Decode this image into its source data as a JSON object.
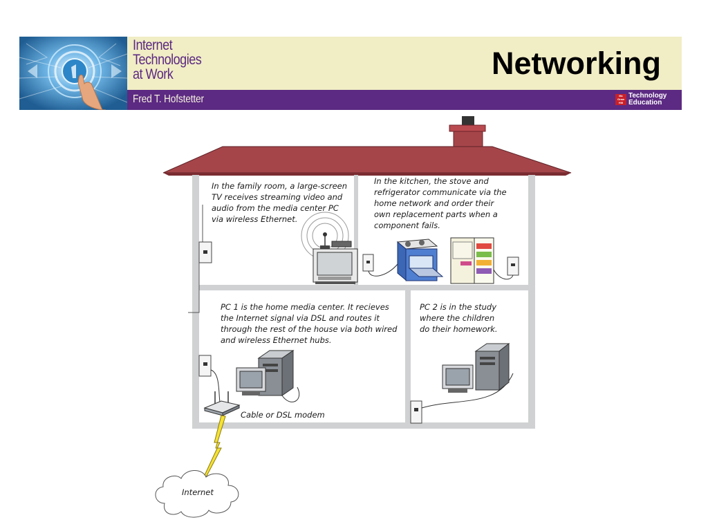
{
  "header": {
    "book_title_lines": [
      "Internet",
      "Technologies",
      "at Work"
    ],
    "author": "Fred T. Hofstetter",
    "slide_title": "Networking",
    "publisher": {
      "logo_text": "Mc Graw Hill",
      "lines": [
        "Technology",
        "Education"
      ]
    }
  },
  "diagram": {
    "family_room_caption": [
      "In the family room, a large-screen",
      "TV receives streaming video and",
      "audio from the media center PC",
      "via wireless Ethernet."
    ],
    "kitchen_caption": [
      "In the kitchen, the stove and",
      "refrigerator communicate via the",
      "home network and order their",
      "own replacement parts when a",
      "component fails."
    ],
    "pc1_caption": [
      "PC 1 is the home media center.  It recieves",
      "the Internet signal via DSL and routes it",
      "through the rest of the house via both wired",
      "and wireless Ethernet hubs."
    ],
    "pc2_caption": [
      "PC  2 is in the study",
      "where the children",
      "do their homework."
    ],
    "modem_label": "Cable or DSL modem",
    "cloud_label": "Internet"
  },
  "colors": {
    "banner_background": "#f1edc5",
    "banner_strip": "#5c2a82",
    "roof": "#a5454a",
    "house_wall": "#cfd1d2"
  }
}
